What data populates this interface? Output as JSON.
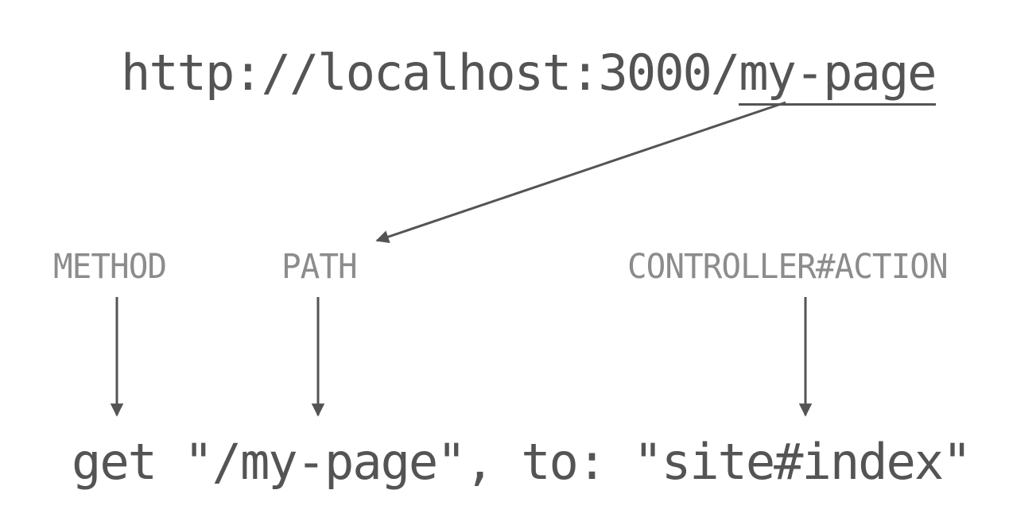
{
  "url": {
    "prefix": "http://localhost:3000/",
    "path": "my-page"
  },
  "labels": {
    "method": "METHOD",
    "path": "PATH",
    "controller_action": "CONTROLLER#ACTION"
  },
  "code": {
    "text": "get \"/my-page\", to: \"site#index\""
  },
  "colors": {
    "text_dark": "#545454",
    "text_label": "#8c8c8c",
    "arrow": "#545454"
  }
}
